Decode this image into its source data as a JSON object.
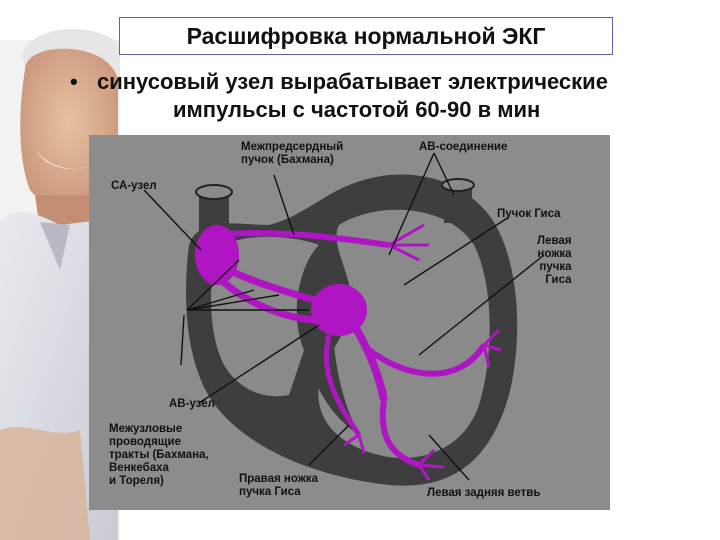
{
  "slide": {
    "title": "Расшифровка нормальной ЭКГ",
    "bullet_marker": "•",
    "bullet_line1": "синусовый узел вырабатывает электрические",
    "bullet_line2": "импульсы с частотой 60-90 в мин"
  },
  "diagram": {
    "labels": {
      "interatrial_1": "Межпредсердный",
      "interatrial_2": "пучок (Бахмана)",
      "av_junction": "АВ-соединение",
      "sa_node": "СА-узел",
      "his_bundle": "Пучок Гиса",
      "left_branch_1": "Левая",
      "left_branch_2": "ножка",
      "left_branch_3": "пучка",
      "left_branch_4": "Гиса",
      "av_node": "АВ-узел",
      "internodal_1": "Межузловые",
      "internodal_2": "проводящие",
      "internodal_3": "тракты (Бахмана,",
      "internodal_4": "Венкебаха",
      "internodal_5": "и Тореля)",
      "right_branch_1": "Правая ножка",
      "right_branch_2": "пучка Гиса",
      "left_posterior": "Левая задняя ветвь"
    },
    "colors": {
      "conduction": "#b015c4",
      "heart_wall": "#3e3e3e",
      "panel": "#8c8c8c"
    }
  }
}
